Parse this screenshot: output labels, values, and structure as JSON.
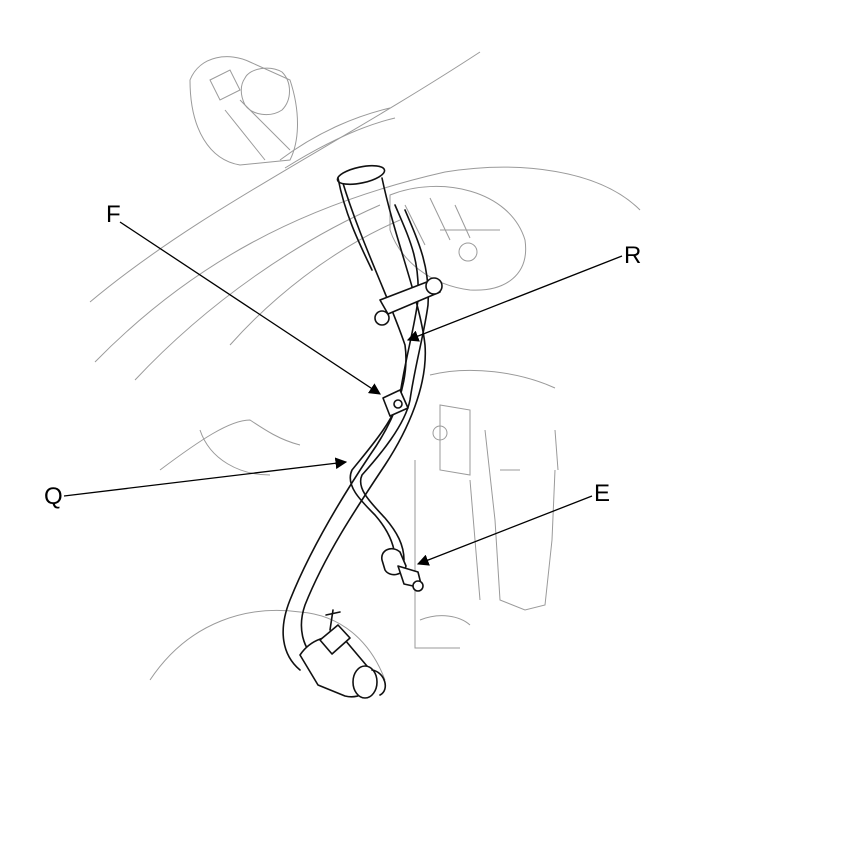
{
  "callouts": [
    {
      "id": "F",
      "label": "F"
    },
    {
      "id": "R",
      "label": "R"
    },
    {
      "id": "Q",
      "label": "Q"
    },
    {
      "id": "E",
      "label": "E"
    }
  ],
  "colors": {
    "ink": "#111111",
    "background": "#9a9a9a"
  }
}
